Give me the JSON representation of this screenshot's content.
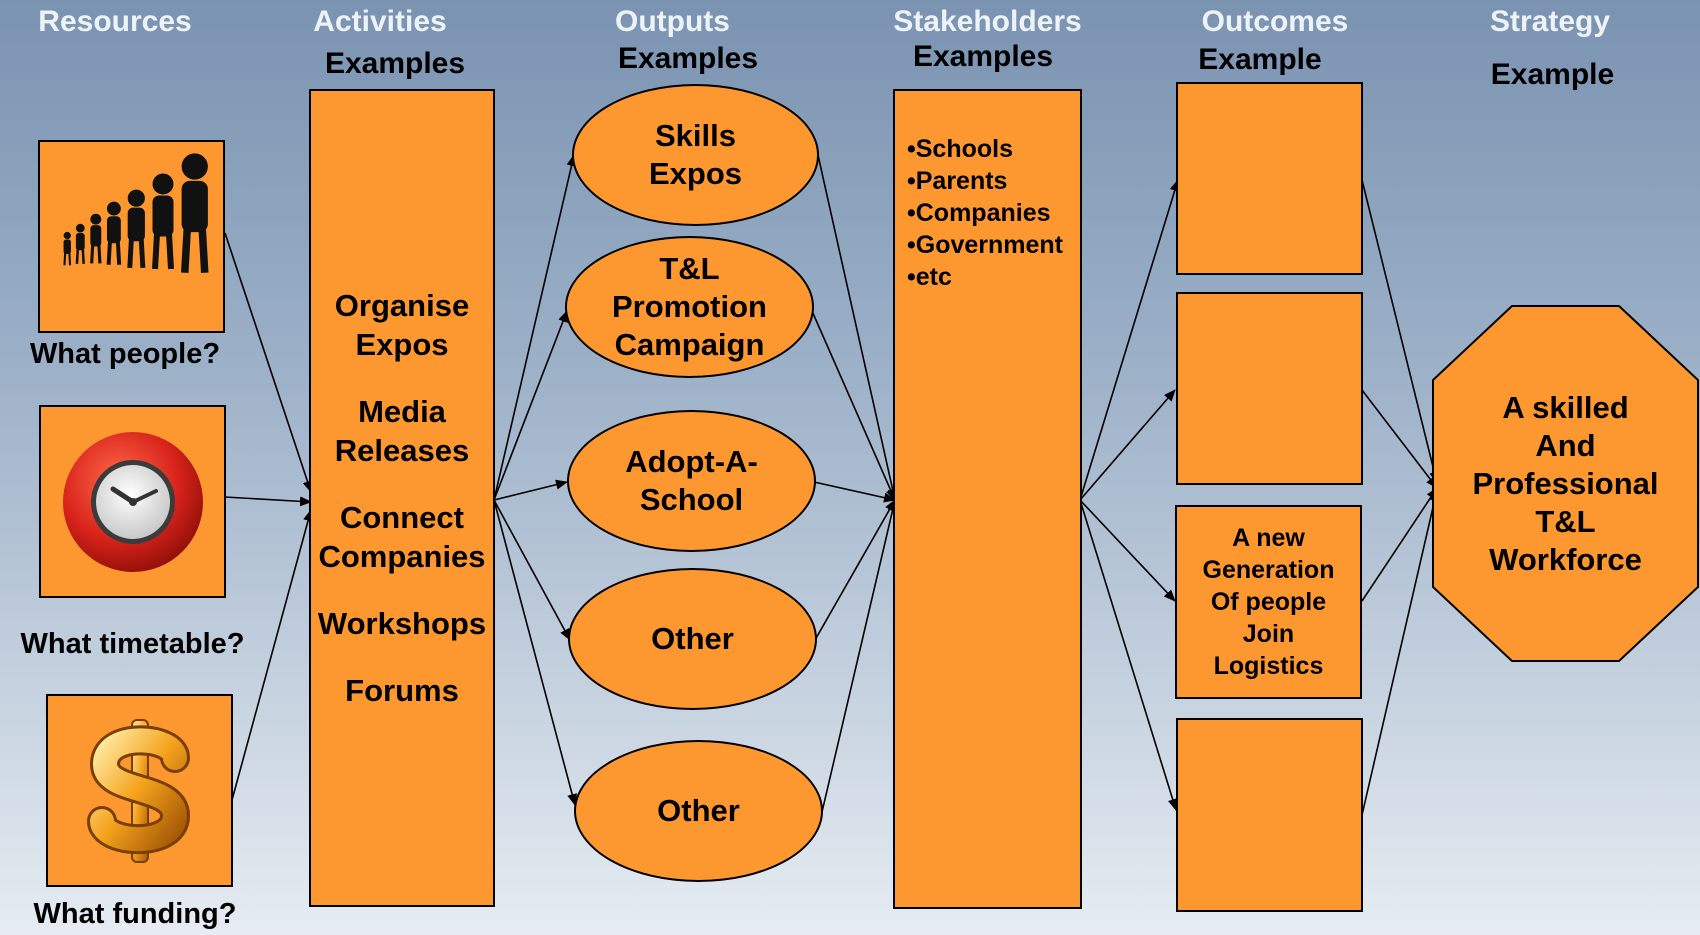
{
  "headers": {
    "resources": "Resources",
    "activities": "Activities",
    "outputs": "Outputs",
    "stakeholders": "Stakeholders",
    "outcomes": "Outcomes",
    "strategy": "Strategy"
  },
  "subheaders": {
    "activities": "Examples",
    "outputs": "Examples",
    "stakeholders": "Examples",
    "outcomes": "Example",
    "strategy": "Example"
  },
  "resources": {
    "people_caption": "What people?",
    "timetable_caption": "What timetable?",
    "funding_caption": "What funding?"
  },
  "activities": [
    "Organise\nExpos",
    "Media\nReleases",
    "Connect\nCompanies",
    "Workshops",
    "Forums"
  ],
  "outputs": [
    "Skills\nExpos",
    "T&L\nPromotion\nCampaign",
    "Adopt-A-\nSchool",
    "Other",
    "Other"
  ],
  "stakeholders": [
    "•Schools",
    "•Parents",
    "•Companies",
    "•Government",
    "•etc"
  ],
  "outcomes": [
    "",
    "",
    "A new\nGeneration\nOf people\nJoin\nLogistics",
    ""
  ],
  "strategy": "A skilled\nAnd\nProfessional\nT&L\nWorkforce",
  "colors": {
    "box_fill": "#fd9831",
    "heading_text": "#eef3f8"
  },
  "icons": [
    "people-silhouettes-icon",
    "clock-icon",
    "dollar-sign-icon"
  ]
}
